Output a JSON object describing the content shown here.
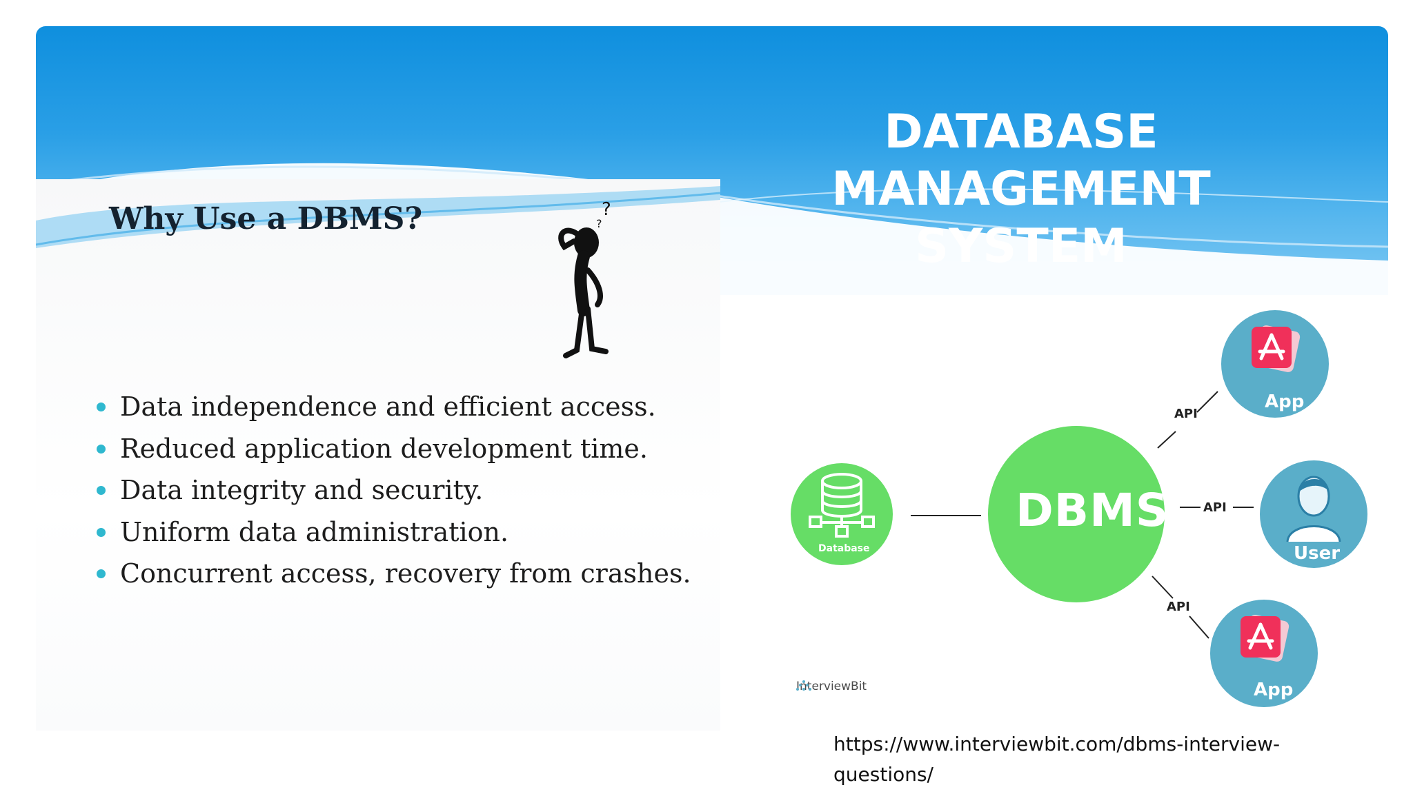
{
  "slide": {
    "title_lines": [
      "DATABASE",
      "MANAGEMENT",
      "SYSTEM"
    ]
  },
  "left_image": {
    "heading": "Why Use a DBMS?",
    "bullets": [
      "Data independence and efficient access.",
      "Reduced application development time.",
      "Data integrity and security.",
      "Uniform data administration.",
      "Concurrent access, recovery from crashes."
    ]
  },
  "diagram": {
    "center": "DBMS",
    "database": "Database",
    "app_top": "App",
    "user": "User",
    "app_bottom": "App",
    "api_labels": [
      "API",
      "API",
      "API"
    ],
    "brand": "InterviewBit",
    "colors": {
      "green": "#66dd66",
      "teal": "#5aaec9",
      "app_pink": "#f0305a"
    }
  },
  "source_link": "https://www.interviewbit.com/dbms-interview-questions/"
}
